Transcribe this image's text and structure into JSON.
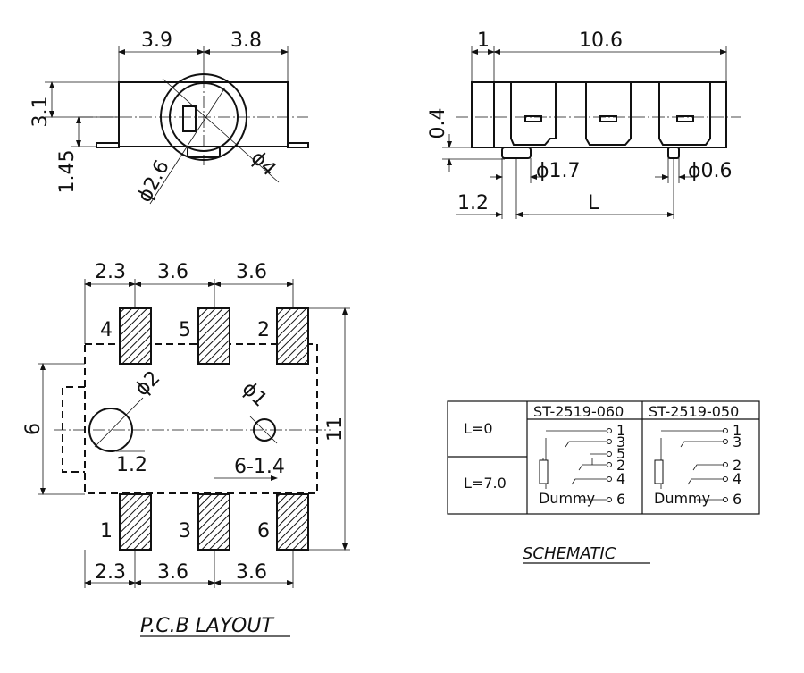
{
  "front_view": {
    "dim_left_width": "3.9",
    "dim_right_width": "3.8",
    "dim_height": "3.1",
    "dim_leg_height": "1.45",
    "dim_inner_diameter": "ϕ2.6",
    "dim_outer_diameter": "ϕ4"
  },
  "side_view": {
    "dim_edge": "1",
    "dim_length": "10.6",
    "dim_offset": "0.4",
    "dim_post_large": "ϕ1.7",
    "dim_post_small": "ϕ0.6",
    "dim_post_offset": "1.2",
    "dim_l": "L"
  },
  "pcb_layout": {
    "top_dims": [
      "2.3",
      "3.6",
      "3.6"
    ],
    "bottom_dims": [
      "2.3",
      "3.6",
      "3.6"
    ],
    "pins_top": [
      "4",
      "5",
      "2"
    ],
    "pins_bottom": [
      "1",
      "3",
      "6"
    ],
    "dim_height": "6",
    "dim_total": "11",
    "hole_large": "ϕ2",
    "hole_small": "ϕ1",
    "dim_hole_offset": "1.2",
    "dim_pad": "6-1.4",
    "title": "P.C.B LAYOUT"
  },
  "schematic": {
    "row_labels": [
      "L=0",
      "L=7.0"
    ],
    "models": [
      "ST-2519-060",
      "ST-2519-050"
    ],
    "pins_060": [
      "1",
      "3",
      "5",
      "2",
      "4",
      "6"
    ],
    "pins_050": [
      "1",
      "3",
      "2",
      "4",
      "6"
    ],
    "dummy_label": "Dummy",
    "title": "SCHEMATIC"
  }
}
